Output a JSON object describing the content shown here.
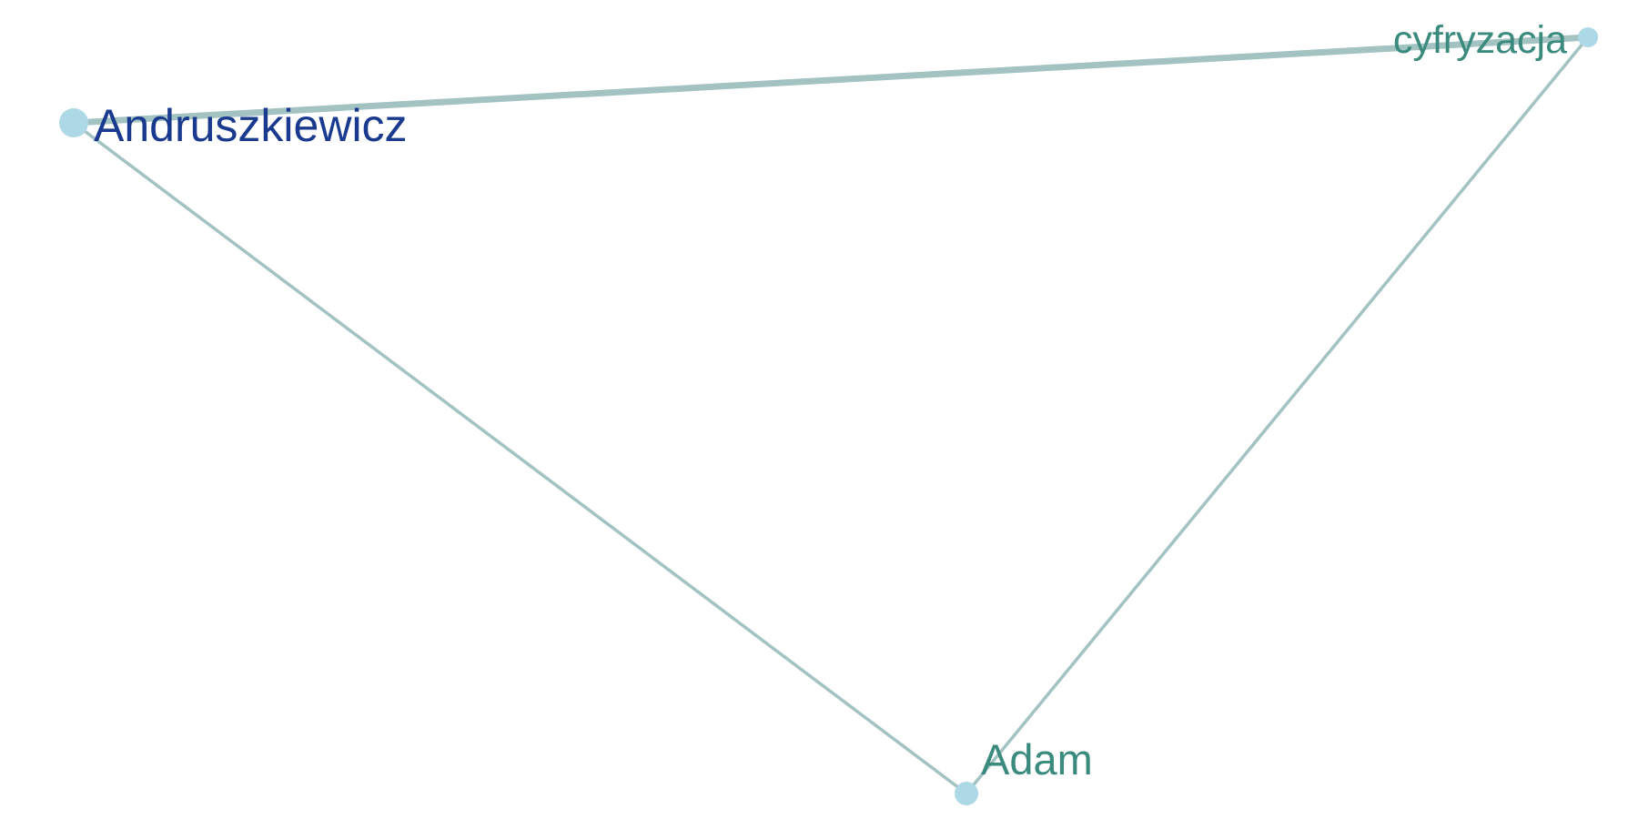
{
  "graph": {
    "colors": {
      "background": "#ffffff",
      "node_fill": "#add8e6",
      "edge": "#a3c2c2",
      "label_primary": "#1a3a8f",
      "label_secondary": "#3a8a7e"
    },
    "nodes": [
      {
        "id": "andruszkiewicz",
        "label": "Andruszkiewicz",
        "emphasis": "primary"
      },
      {
        "id": "cyfryzacja",
        "label": "cyfryzacja",
        "emphasis": "secondary"
      },
      {
        "id": "adam",
        "label": "Adam",
        "emphasis": "secondary"
      }
    ],
    "edges": [
      {
        "source": "andruszkiewicz",
        "target": "cyfryzacja",
        "weight": "strong"
      },
      {
        "source": "andruszkiewicz",
        "target": "adam",
        "weight": "normal"
      },
      {
        "source": "cyfryzacja",
        "target": "adam",
        "weight": "normal"
      }
    ]
  }
}
